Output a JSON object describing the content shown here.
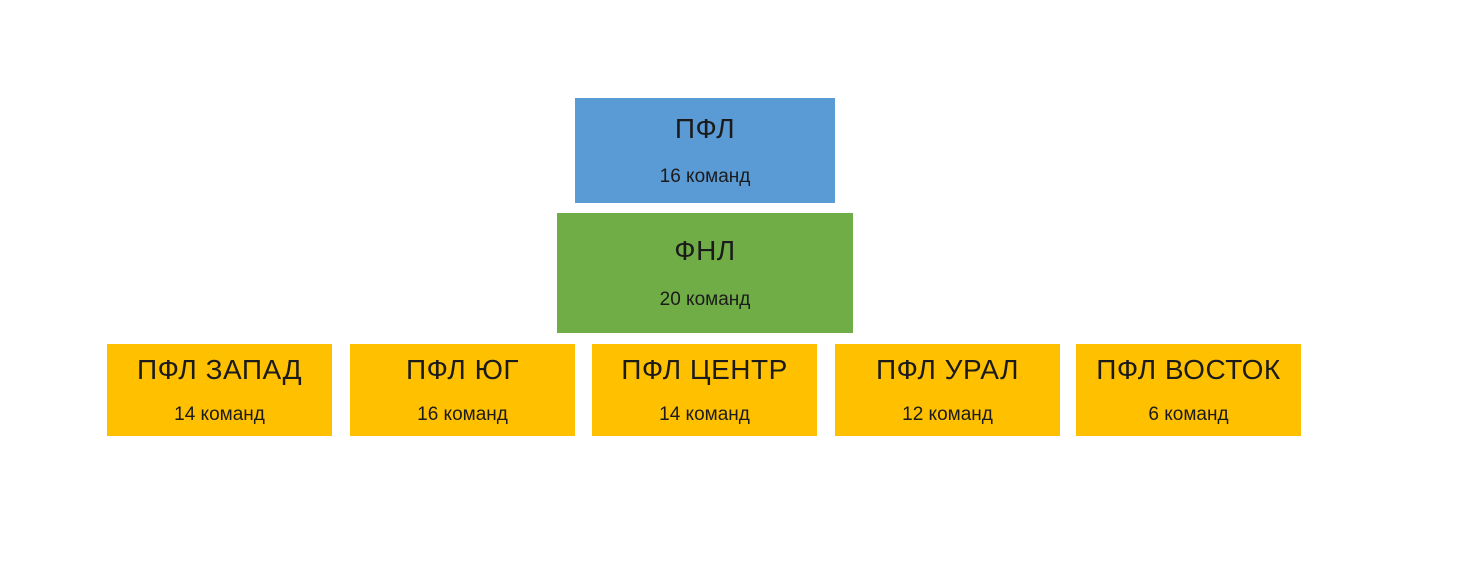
{
  "colors": {
    "level1": "#5b9bd5",
    "level2": "#70ad47",
    "level3": "#ffc000",
    "text": "#1b1b1b",
    "background": "#ffffff"
  },
  "diagram": {
    "type": "hierarchy",
    "levels": [
      {
        "boxes": [
          {
            "title": "ПФЛ",
            "subtitle": "16 команд"
          }
        ]
      },
      {
        "boxes": [
          {
            "title": "ФНЛ",
            "subtitle": "20 команд"
          }
        ]
      },
      {
        "boxes": [
          {
            "title": "ПФЛ ЗАПАД",
            "subtitle": "14 команд"
          },
          {
            "title": "ПФЛ ЮГ",
            "subtitle": "16 команд"
          },
          {
            "title": "ПФЛ ЦЕНТР",
            "subtitle": "14 команд"
          },
          {
            "title": "ПФЛ УРАЛ",
            "subtitle": "12 команд"
          },
          {
            "title": "ПФЛ ВОСТОК",
            "subtitle": "6 команд"
          }
        ]
      }
    ]
  }
}
